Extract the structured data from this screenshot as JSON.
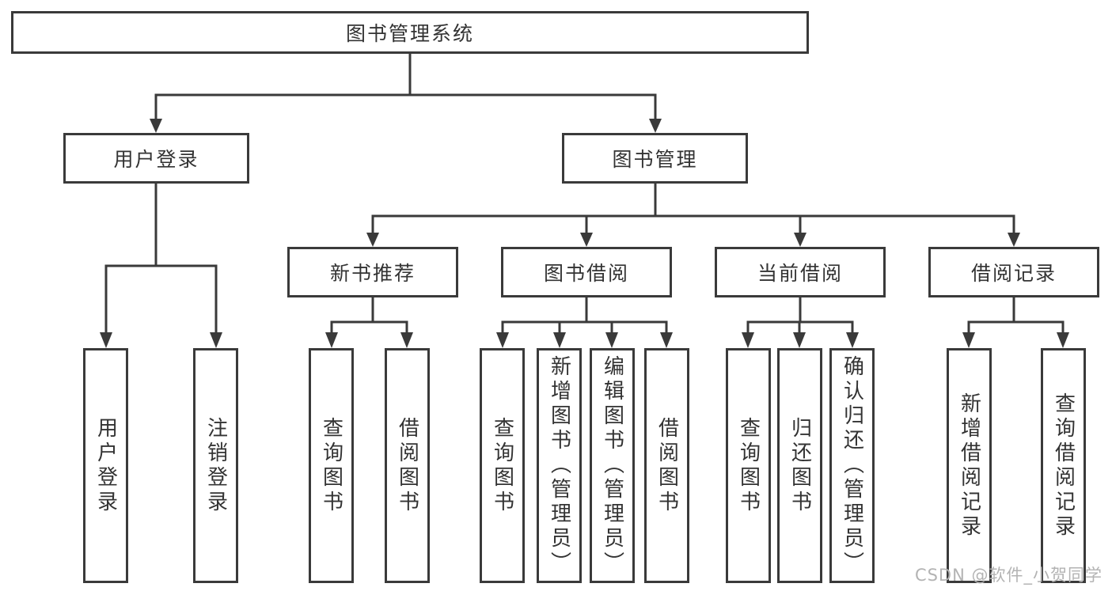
{
  "root": {
    "label": "图书管理系统",
    "children": [
      {
        "label": "用户登录",
        "children": [
          {
            "label": "用户登录"
          },
          {
            "label": "注销登录"
          }
        ]
      },
      {
        "label": "图书管理",
        "children": [
          {
            "label": "新书推荐",
            "children": [
              {
                "label": "查询图书"
              },
              {
                "label": "借阅图书"
              }
            ]
          },
          {
            "label": "图书借阅",
            "children": [
              {
                "label": "查询图书"
              },
              {
                "label": "新增图书（管理员）"
              },
              {
                "label": "编辑图书（管理员）"
              },
              {
                "label": "借阅图书"
              }
            ]
          },
          {
            "label": "当前借阅",
            "children": [
              {
                "label": "查询图书"
              },
              {
                "label": "归还图书"
              },
              {
                "label": "确认归还（管理员）"
              }
            ]
          },
          {
            "label": "借阅记录",
            "children": [
              {
                "label": "新增借阅记录"
              },
              {
                "label": "查询借阅记录"
              }
            ]
          }
        ]
      }
    ]
  },
  "watermark": {
    "text": "CSDN @软件_小贺同学"
  },
  "colors": {
    "line": "#3a3a3a",
    "text": "#333333",
    "watermark": "#b3b3b3",
    "background": "#ffffff"
  }
}
